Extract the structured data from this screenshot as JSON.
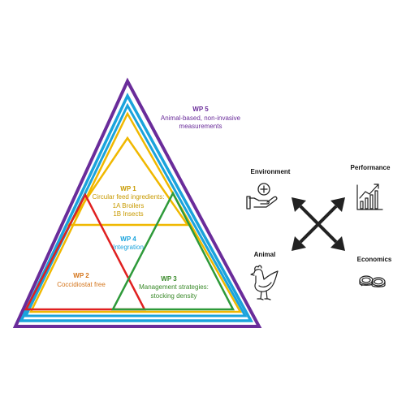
{
  "colors": {
    "wp5": "#6a2c9a",
    "wp4": "#1aa3dc",
    "wp1": "#f0b800",
    "wp2": "#e02020",
    "wp3": "#2e9a3a",
    "wp1_text": "#c89a00",
    "wp2_text": "#d4741a",
    "wp3_text": "#3a8a2a",
    "icon": "#222222"
  },
  "wp5": {
    "title": "WP 5",
    "lines": [
      "Animal-based, non-invasive",
      "measurements"
    ]
  },
  "wp1": {
    "title": "WP 1",
    "lines": [
      "Circular feed ingredients:",
      "1A Broilers",
      "1B Insects"
    ]
  },
  "wp4": {
    "title": "WP 4",
    "lines": [
      "Integration"
    ]
  },
  "wp2": {
    "title": "WP 2",
    "lines": [
      "Coccidiostat free"
    ]
  },
  "wp3": {
    "title": "WP 3",
    "lines": [
      "Management strategies:",
      "stocking density"
    ]
  },
  "legend": {
    "environment": {
      "label": "Environment",
      "icon": "hand-plus-icon"
    },
    "performance": {
      "label": "Performance",
      "icon": "growth-chart-icon"
    },
    "animal": {
      "label": "Animal",
      "icon": "chicken-icon"
    },
    "economics": {
      "label": "Economics",
      "icon": "coins-icon"
    }
  }
}
